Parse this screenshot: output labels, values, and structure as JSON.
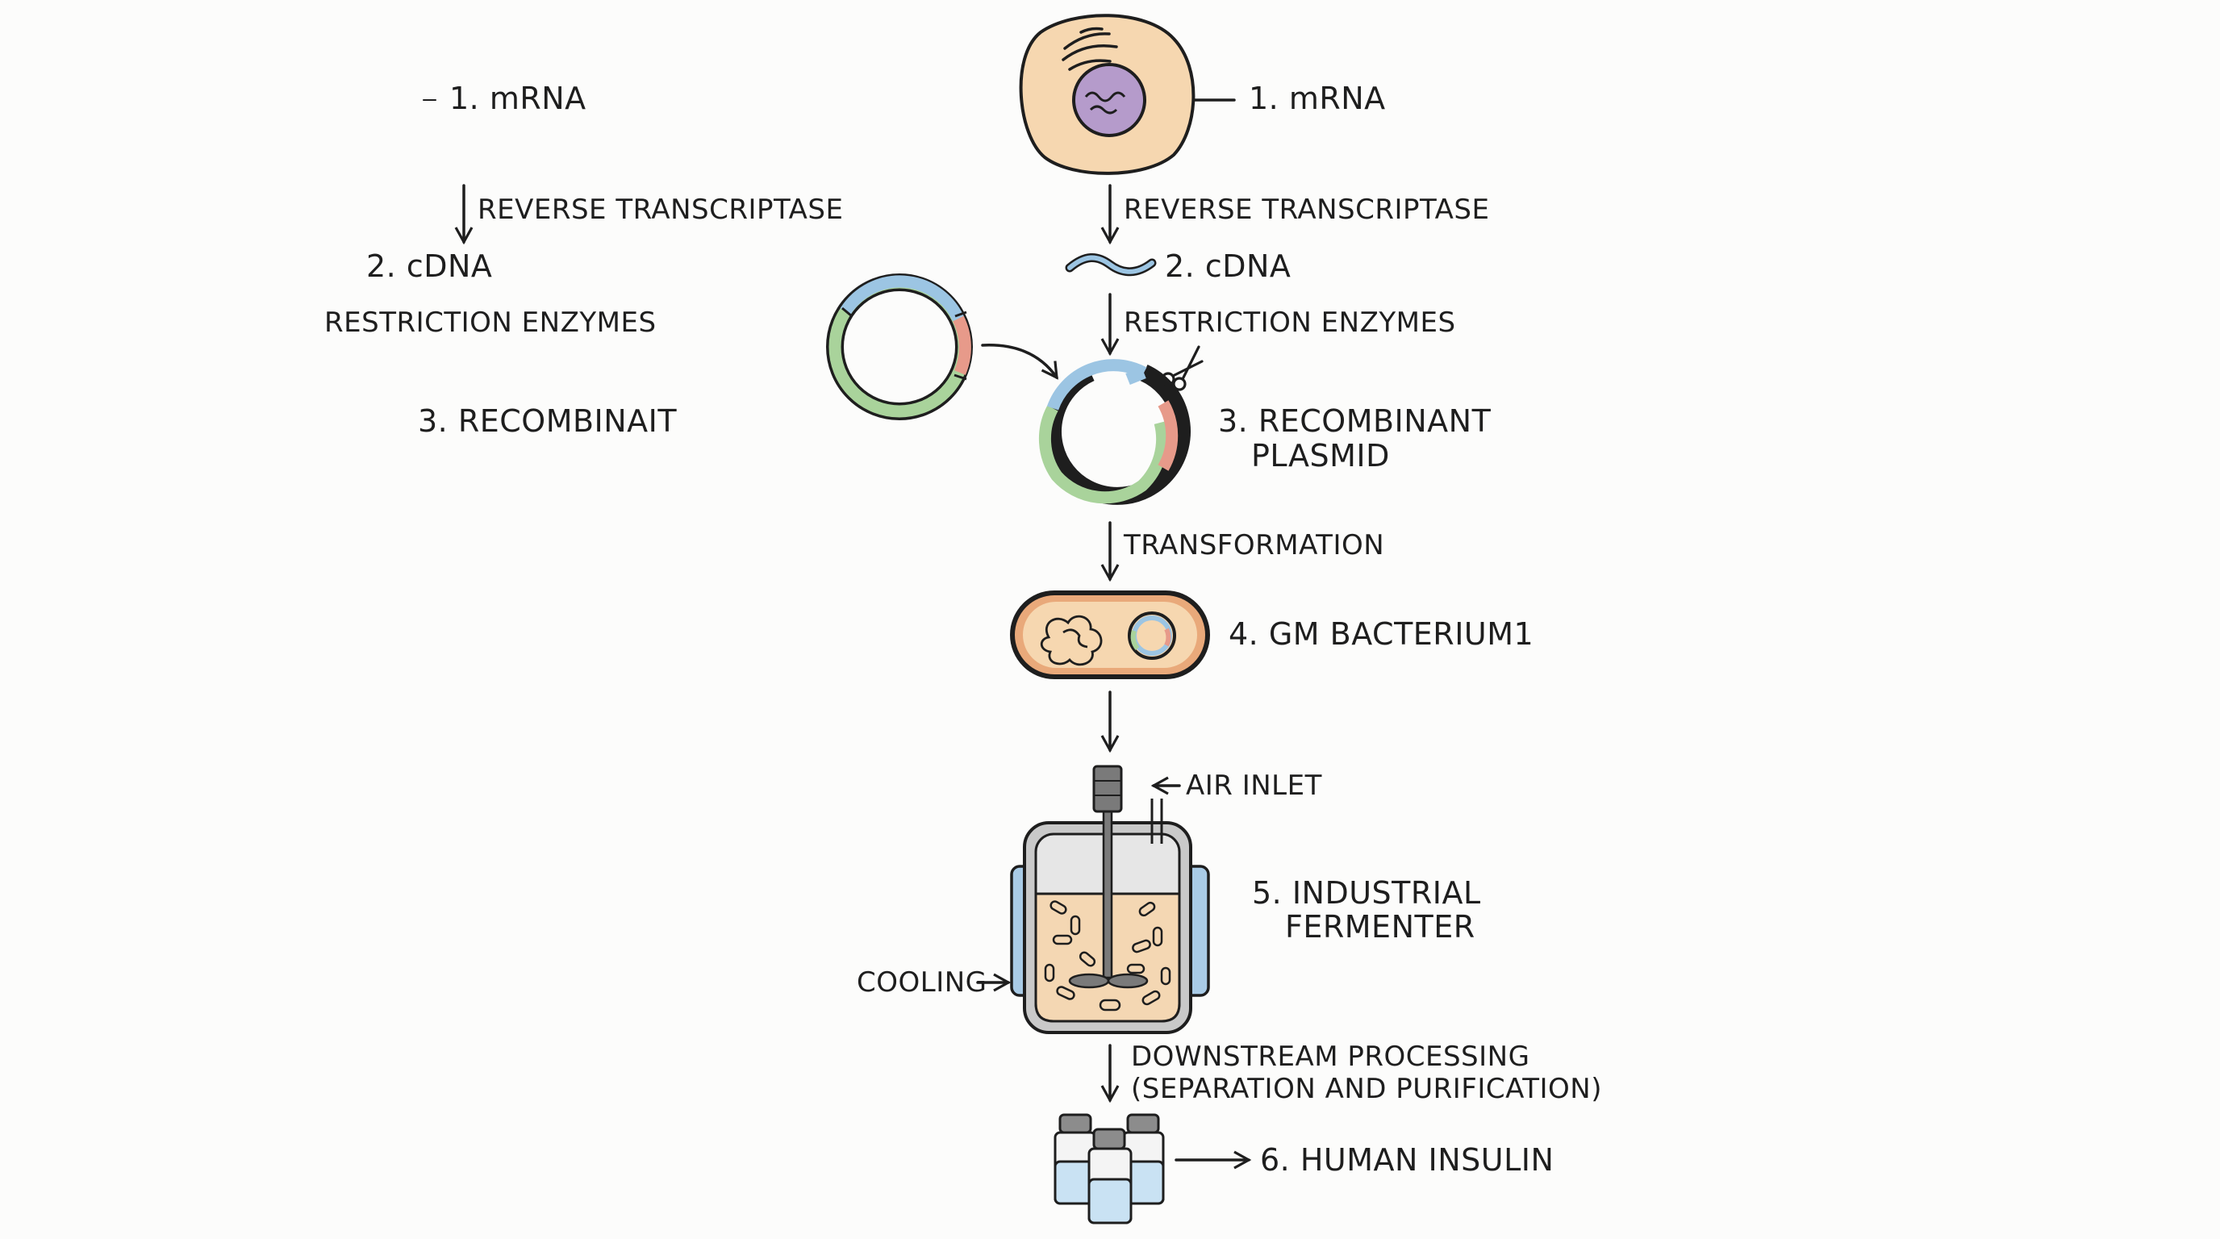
{
  "left_draft": {
    "mrna": "1. mRNA",
    "reverse_transcriptase": "REVERSE TRANSCRIPTASE",
    "cdna": "2. cDNA",
    "restriction_enzymes": "RESTRICTION ENZYMES",
    "recombinant": "3. RECOMBINAIT"
  },
  "main_flow": {
    "mrna": "1. mRNA",
    "reverse_transcriptase": "REVERSE TRANSCRIPTASE",
    "cdna": "2. cDNA",
    "restriction_enzymes": "RESTRICTION ENZYMES",
    "recombinant_line1": "3. RECOMBINANT",
    "recombinant_line2": "PLASMID",
    "transformation": "TRANSFORMATION",
    "gm_bacterium": "4. GM BACTERIUM1",
    "air_inlet": "AIR INLET",
    "fermenter_line1": "5. INDUSTRIAL",
    "fermenter_line2": "FERMENTER",
    "cooling": "COOLING",
    "downstream_line1": "DOWNSTREAM PROCESSING",
    "downstream_line2": "(SEPARATION AND PURIFICATION)",
    "insulin": "6. HUMAN INSULIN"
  },
  "colors": {
    "cell": "#f6d7b0",
    "nucleus": "#b59bcb",
    "plasmid_blue": "#9cc5e3",
    "plasmid_green": "#a9d39b",
    "plasmid_red": "#e79a8a",
    "broth": "#f4d7b3",
    "jacket": "#a9cbe6",
    "vial_liquid": "#c9e2f3"
  }
}
